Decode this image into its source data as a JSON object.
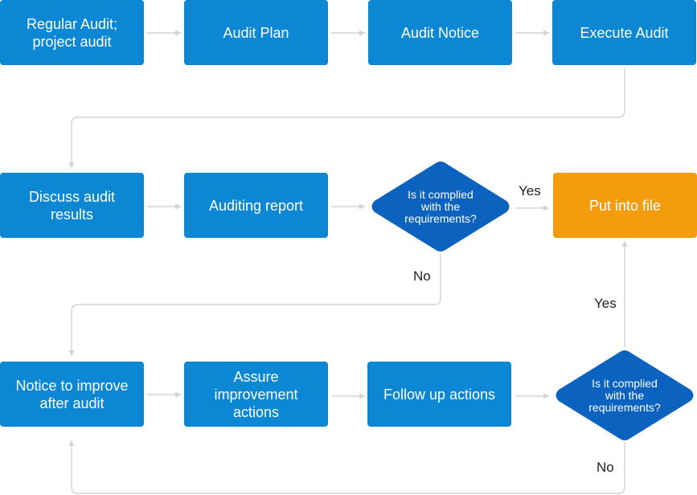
{
  "colors": {
    "box_blue": "#0b87d4",
    "diamond_blue": "#0b62bf",
    "box_orange": "#f49c0d",
    "connector": "#d4d4d4"
  },
  "nodes": {
    "regular_audit": "Regular Audit;\nproject audit",
    "audit_plan": "Audit Plan",
    "audit_notice": "Audit Notice",
    "execute_audit": "Execute Audit",
    "discuss_results": "Discuss audit\nresults",
    "auditing_report": "Auditing report",
    "decision_1": "Is it complied\nwith the\nrequirements?",
    "put_into_file": "Put into file",
    "notice_improve": "Notice to improve\nafter audit",
    "assure_improvement": "Assure\nimprovement\nactions",
    "follow_up": "Follow up actions",
    "decision_2": "Is it complied\nwith the\nrequirements?"
  },
  "edge_labels": {
    "decision_1_yes": "Yes",
    "decision_1_no": "No",
    "decision_2_yes": "Yes",
    "decision_2_no": "No"
  }
}
